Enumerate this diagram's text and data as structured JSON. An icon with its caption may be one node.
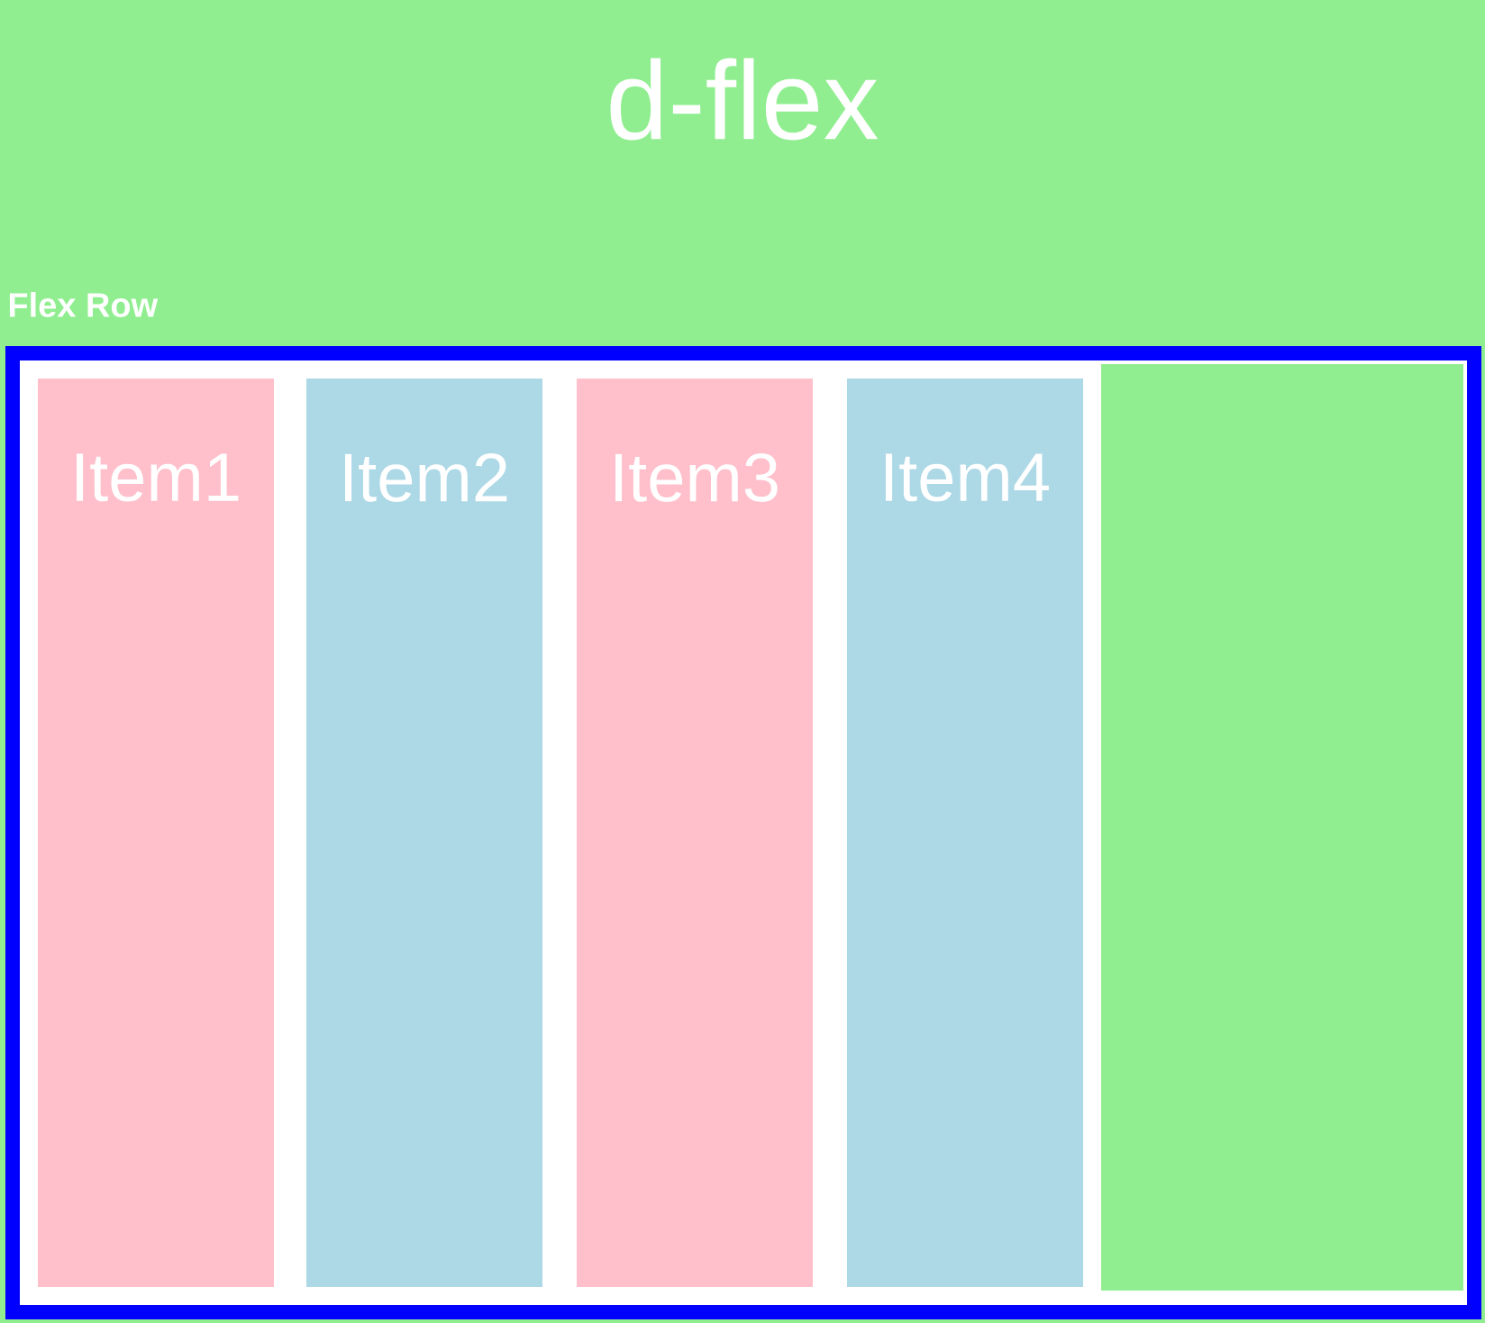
{
  "diagram": {
    "title": "d-flex",
    "nodes": [
      {
        "text": [
          "Flex Row"
        ]
      },
      {
        "text": [
          "Item1"
        ],
        "in": 0
      },
      {
        "text": [
          "Item2"
        ],
        "in": 0
      },
      {
        "text": [
          "Item3"
        ],
        "in": 0
      },
      {
        "text": [
          "Item4"
        ],
        "in": 0
      },
      {
        "text": [],
        "shape": "box",
        "in": 0
      }
    ]
  }
}
